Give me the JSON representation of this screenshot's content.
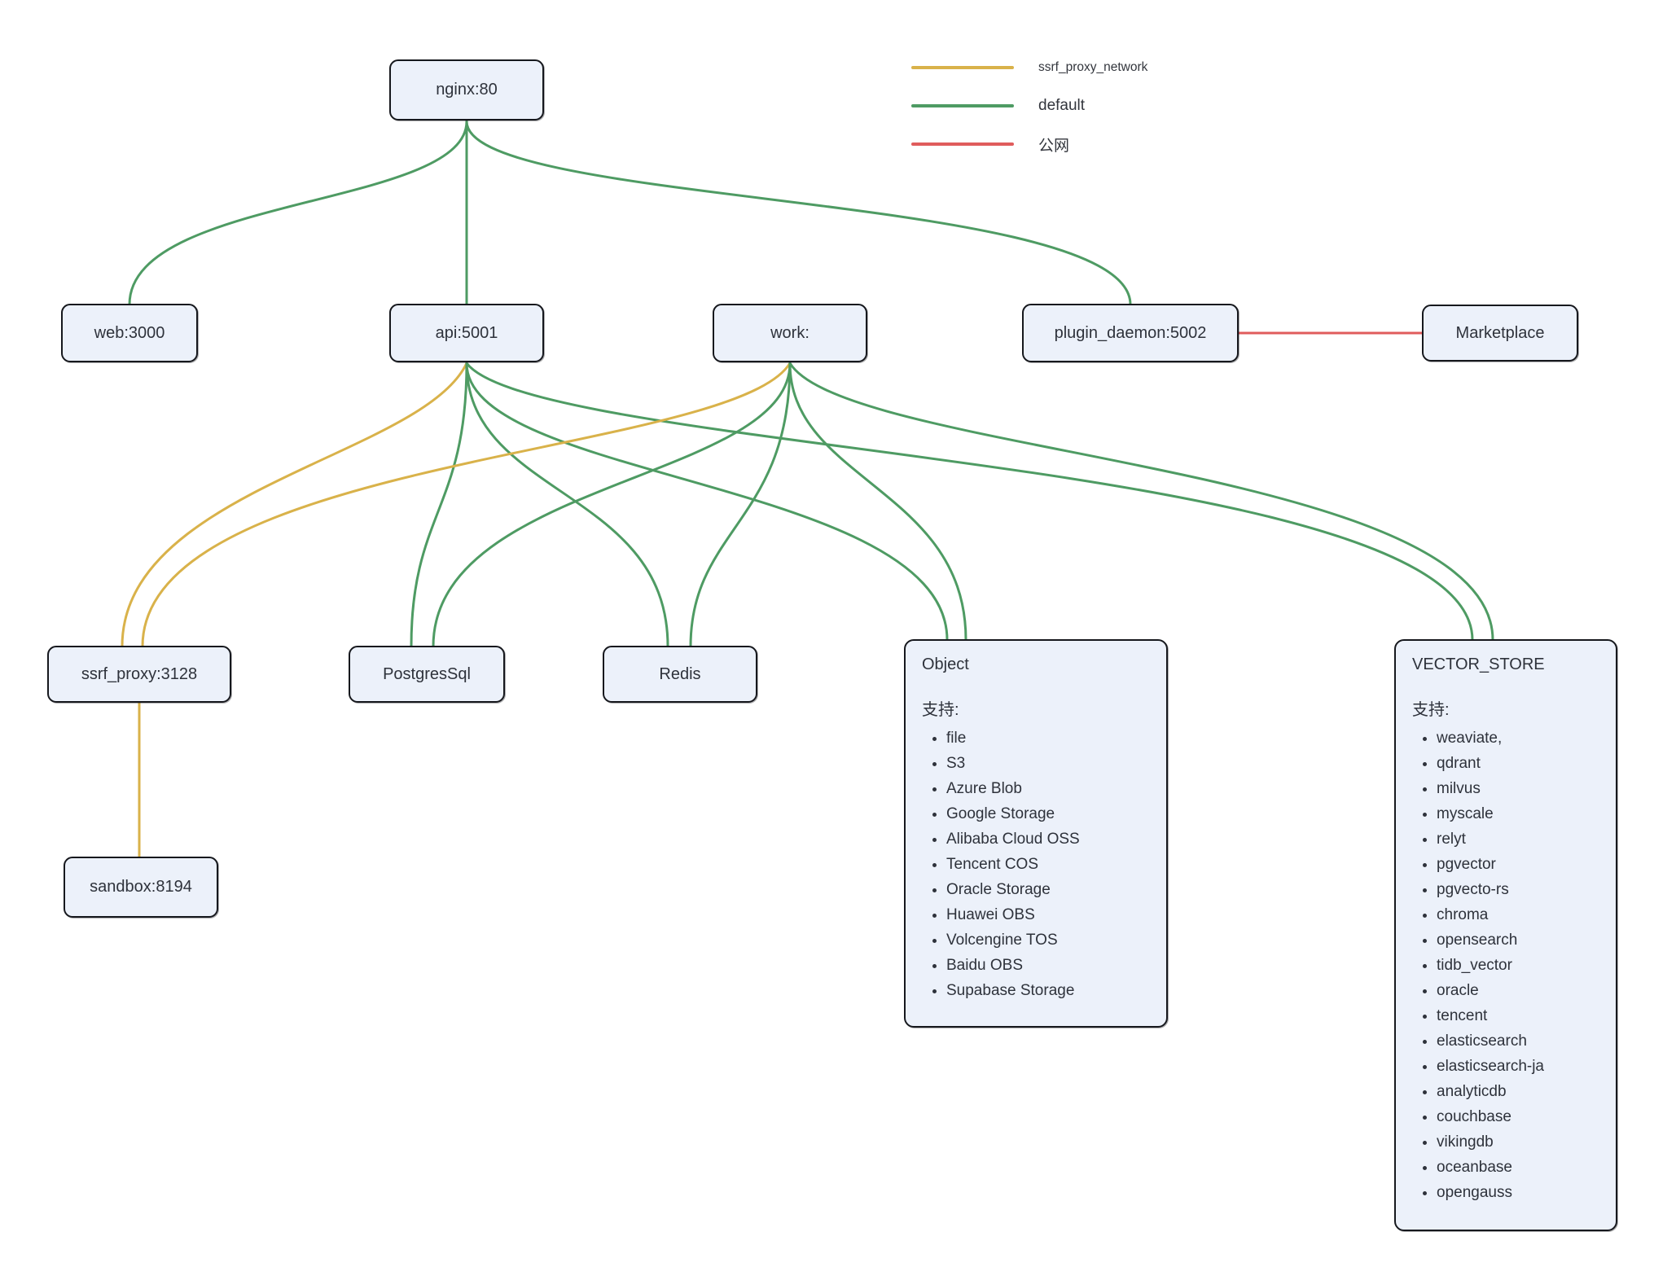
{
  "legend": {
    "items": [
      {
        "id": "ssrf_proxy_network",
        "label": "ssrf_proxy_network",
        "color": "#D9B24A"
      },
      {
        "id": "default",
        "label": "default",
        "color": "#4E9B63"
      },
      {
        "id": "public",
        "label": "公网",
        "color": "#E05C5C"
      }
    ]
  },
  "colors": {
    "ssrf_proxy_network": "#D9B24A",
    "default": "#4E9B63",
    "public": "#E05C5C",
    "node_fill": "#ECF1FA",
    "node_border": "#16181D"
  },
  "diagram": {
    "nodes": [
      {
        "id": "nginx",
        "label": "nginx:80"
      },
      {
        "id": "web",
        "label": "web:3000"
      },
      {
        "id": "api",
        "label": "api:5001"
      },
      {
        "id": "work",
        "label": "work:"
      },
      {
        "id": "plugin",
        "label": "plugin_daemon:5002"
      },
      {
        "id": "marketplace",
        "label": "Marketplace"
      },
      {
        "id": "ssrf",
        "label": "ssrf_proxy:3128"
      },
      {
        "id": "postgres",
        "label": "PostgresSql"
      },
      {
        "id": "redis",
        "label": "Redis"
      },
      {
        "id": "sandbox",
        "label": "sandbox:8194"
      }
    ],
    "edges": [
      {
        "from": "nginx",
        "to": "web",
        "network": "default"
      },
      {
        "from": "nginx",
        "to": "api",
        "network": "default"
      },
      {
        "from": "nginx",
        "to": "plugin",
        "network": "default"
      },
      {
        "from": "api",
        "to": "ssrf",
        "network": "ssrf_proxy_network"
      },
      {
        "from": "api",
        "to": "postgres",
        "network": "default"
      },
      {
        "from": "api",
        "to": "redis",
        "network": "default"
      },
      {
        "from": "api",
        "to": "object_store",
        "network": "default"
      },
      {
        "from": "api",
        "to": "vector_store",
        "network": "default"
      },
      {
        "from": "work",
        "to": "ssrf",
        "network": "ssrf_proxy_network"
      },
      {
        "from": "work",
        "to": "postgres",
        "network": "default"
      },
      {
        "from": "work",
        "to": "redis",
        "network": "default"
      },
      {
        "from": "work",
        "to": "object_store",
        "network": "default"
      },
      {
        "from": "work",
        "to": "vector_store",
        "network": "default"
      },
      {
        "from": "ssrf",
        "to": "sandbox",
        "network": "ssrf_proxy_network"
      },
      {
        "from": "plugin",
        "to": "marketplace",
        "network": "public"
      }
    ]
  },
  "object_store": {
    "title": "Object",
    "support_label": "支持:",
    "items": [
      "file",
      "S3",
      "Azure Blob",
      "Google Storage",
      "Alibaba Cloud OSS",
      "Tencent COS",
      "Oracle Storage",
      "Huawei OBS",
      "Volcengine TOS",
      "Baidu OBS",
      "Supabase Storage"
    ]
  },
  "vector_store": {
    "title": "VECTOR_STORE",
    "support_label": "支持:",
    "items": [
      "weaviate,",
      "qdrant",
      "milvus",
      "myscale",
      "relyt",
      "pgvector",
      "pgvecto-rs",
      "chroma",
      "opensearch",
      "tidb_vector",
      "oracle",
      "tencent",
      "elasticsearch",
      "elasticsearch-ja",
      "analyticdb",
      "couchbase",
      "vikingdb",
      "oceanbase",
      "opengauss"
    ]
  }
}
